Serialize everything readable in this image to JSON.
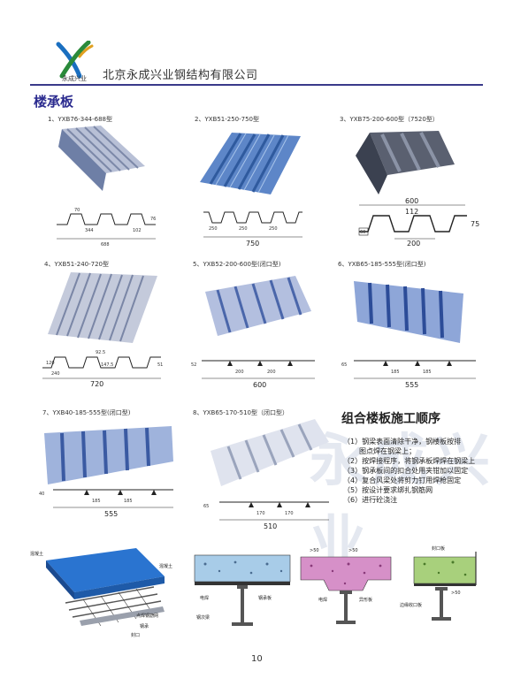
{
  "header": {
    "logo_text": "永成兴业",
    "company_name": "北京永成兴业钢结构有限公司"
  },
  "section_title": "楼承板",
  "watermark": "永成兴业",
  "products": [
    {
      "label": "1、YXB76-344-688型",
      "dims": [
        "70",
        "344",
        "102",
        "76",
        "688"
      ]
    },
    {
      "label": "2、YXB51-250-750型",
      "dims": [
        "250",
        "250",
        "250",
        "750"
      ]
    },
    {
      "label": "3、YXB75-200-600型（7520型）",
      "dims": [
        "600",
        "112",
        "75",
        "60",
        "200"
      ]
    },
    {
      "label": "4、YXB51-240-720型",
      "dims": [
        "92.5",
        "120",
        "147.5",
        "51",
        "240",
        "720"
      ]
    },
    {
      "label": "5、YXB52-200-600型(闭口型)",
      "dims": [
        "52",
        "200",
        "200",
        "600"
      ]
    },
    {
      "label": "6、YXB65-185-555型(闭口型)",
      "dims": [
        "65",
        "185",
        "185",
        "555"
      ]
    },
    {
      "label": "7、YXB40-185-555型(闭口型)",
      "dims": [
        "40",
        "185",
        "185",
        "555"
      ]
    },
    {
      "label": "8、YXB65-170-510型（闭口型）",
      "dims": [
        "65",
        "170",
        "170",
        "510"
      ]
    }
  ],
  "construction": {
    "title": "组合楼板施工顺序",
    "steps": [
      "（1）钢梁表面清除干净，钢楼板按排",
      "图点焊在钢梁上；",
      "（2）按焊接程序，将钢承板焊焊在钢梁上",
      "（3）钢承板间的扣合处用夹钳加以固定",
      "（4）复合风梁处将剪力钉用焊枪固定",
      "（5）按设计要求绑扎钢筋网",
      "（6）进行砼浇注"
    ]
  },
  "diagram_labels": {
    "d1": [
      "混凝土",
      "混凝土",
      "点焊钢筋网",
      "钢承",
      "封口"
    ],
    "d2": [
      "电焊",
      "钢承板",
      "钢次梁"
    ],
    "d3": [
      ">50",
      ">50",
      "电焊",
      "异形板"
    ],
    "d4": [
      "封口板",
      ">50",
      "边缘收口板"
    ]
  },
  "page_number": "10",
  "colors": {
    "brand": "#2b2b8f",
    "panel_blue": "#5a7fc0",
    "concrete_pink": "#d690c8",
    "concrete_green": "#a8d07c",
    "concrete_blue": "#9cc4e8"
  }
}
